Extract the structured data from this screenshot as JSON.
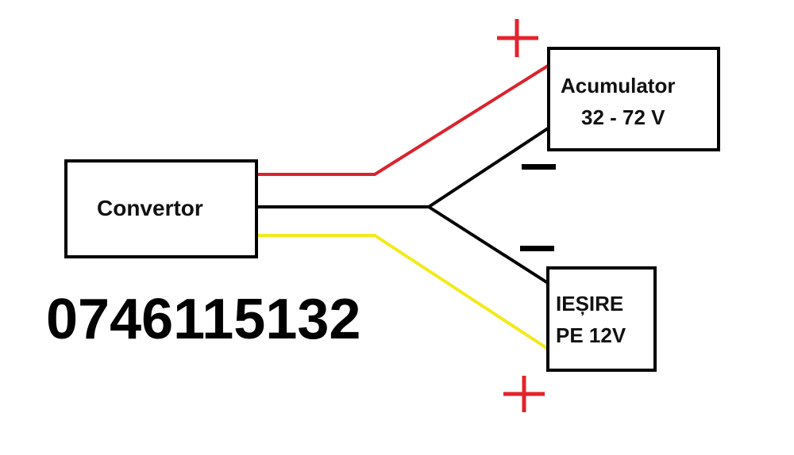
{
  "convertor": {
    "label": "Convertor"
  },
  "battery": {
    "line1": "Acumulator",
    "line2": "32 - 72 V"
  },
  "output": {
    "line1": "IEȘIRE",
    "line2": "PE 12V"
  },
  "phone": "0746115132",
  "polarity": {
    "plus": "+",
    "minus": "−"
  },
  "colors": {
    "positive_wire": "#d9232e",
    "negative_wire": "#000000",
    "output_wire": "#f2ea1c",
    "plus_sign": "#e3232c"
  }
}
